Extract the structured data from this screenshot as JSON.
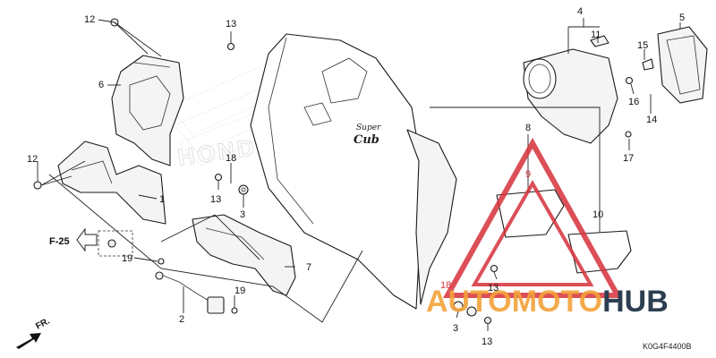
{
  "diagram_code": "K0G4F4400B",
  "section_ref": "F-25",
  "direction_label": "FR.",
  "brand_text": "HONDA",
  "emblem_text": [
    "Super",
    "Cub"
  ],
  "watermark": {
    "part1": "AUTO",
    "part2": "MOTO",
    "part3": "HUB",
    "colors": {
      "orange": "#f2a23a",
      "dark": "#2c3e50",
      "red": "#d6303a"
    }
  },
  "callouts": [
    {
      "id": "c12a",
      "text": "12"
    },
    {
      "id": "c6",
      "text": "6"
    },
    {
      "id": "c12b",
      "text": "12"
    },
    {
      "id": "c1",
      "text": "1"
    },
    {
      "id": "c13a",
      "text": "13"
    },
    {
      "id": "c18a",
      "text": "18"
    },
    {
      "id": "c13b",
      "text": "13"
    },
    {
      "id": "c3a",
      "text": "3"
    },
    {
      "id": "c19a",
      "text": "19"
    },
    {
      "id": "c7",
      "text": "7"
    },
    {
      "id": "c19b",
      "text": "19"
    },
    {
      "id": "c2",
      "text": "2"
    },
    {
      "id": "c4",
      "text": "4"
    },
    {
      "id": "c11",
      "text": "11"
    },
    {
      "id": "c5",
      "text": "5"
    },
    {
      "id": "c15",
      "text": "15"
    },
    {
      "id": "c16",
      "text": "16"
    },
    {
      "id": "c14",
      "text": "14"
    },
    {
      "id": "c8",
      "text": "8"
    },
    {
      "id": "c9",
      "text": "9",
      "red": true
    },
    {
      "id": "c17",
      "text": "17"
    },
    {
      "id": "c10",
      "text": "10"
    },
    {
      "id": "c13c",
      "text": "13"
    },
    {
      "id": "c18b",
      "text": "18",
      "red": true
    },
    {
      "id": "c3b",
      "text": "3"
    },
    {
      "id": "c13d",
      "text": "13"
    }
  ]
}
